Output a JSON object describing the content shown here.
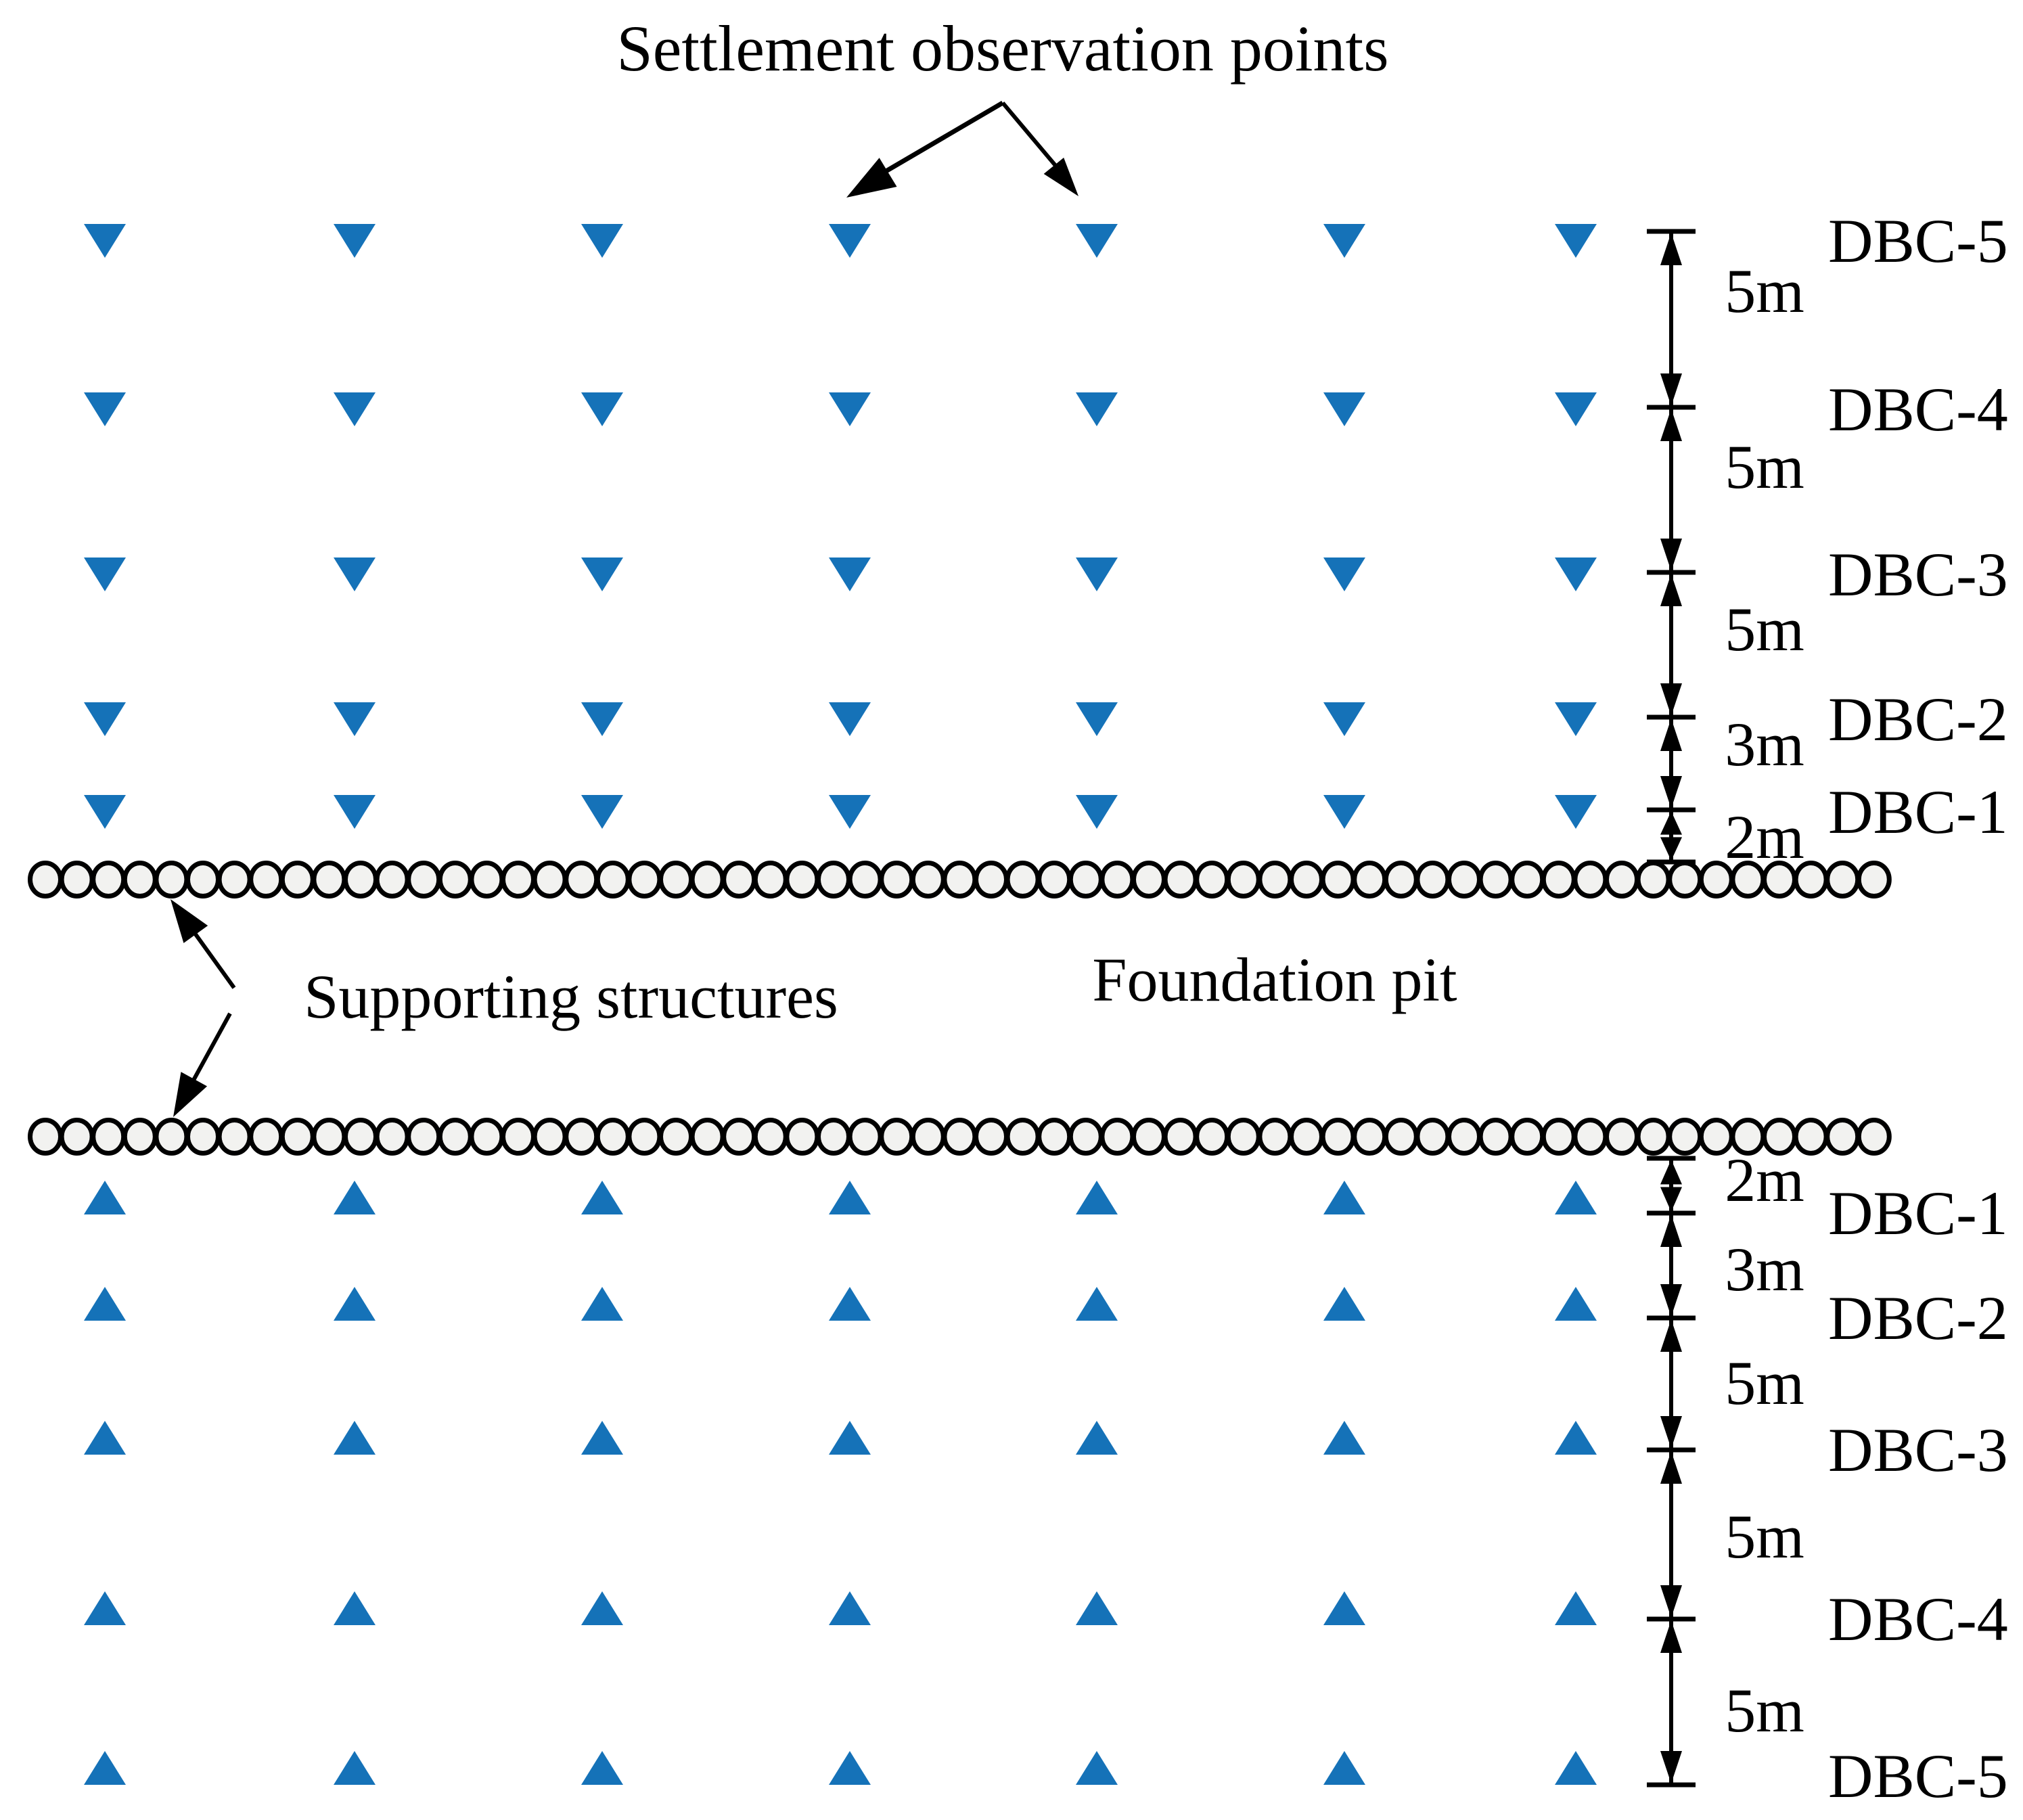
{
  "title": "Settlement observation points",
  "annotations": {
    "supporting_structures": "Supporting structures",
    "foundation_pit": "Foundation pit"
  },
  "grid": {
    "columns": 7,
    "rows_per_section": 5
  },
  "top_section": {
    "row_labels": [
      "DBC-5",
      "DBC-4",
      "DBC-3",
      "DBC-2",
      "DBC-1"
    ],
    "segment_labels": [
      "5m",
      "5m",
      "5m",
      "3m",
      "2m"
    ]
  },
  "bottom_section": {
    "row_labels": [
      "DBC-1",
      "DBC-2",
      "DBC-3",
      "DBC-4",
      "DBC-5"
    ],
    "segment_labels": [
      "2m",
      "3m",
      "5m",
      "5m",
      "5m"
    ]
  },
  "colors": {
    "marker": "#1572B8",
    "outline": "#000000",
    "circle_fill": "#F2F2F0",
    "background": "#FFFFFF"
  }
}
